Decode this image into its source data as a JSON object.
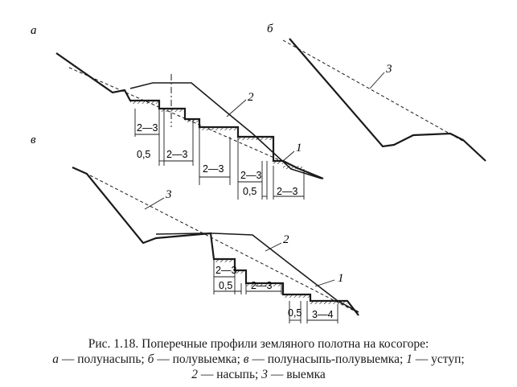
{
  "labels": {
    "a": "а",
    "b": "б",
    "v": "в",
    "n1": "1",
    "n2": "2",
    "n3": "3"
  },
  "dims": {
    "d23": "2—3",
    "d05": "0,5",
    "d34": "3—4"
  },
  "caption": {
    "line1": "Рис. 1.18. Поперечные профили земляного полотна на косогоре:",
    "a_letter": "а",
    "a_text": " — полунасыпь; ",
    "b_letter": "б",
    "b_text": " — полувыемка; ",
    "v_letter": "в",
    "v_text": " — полунасыпь-полувыемка; ",
    "n1": "1",
    "n1_text": " — уступ;",
    "n2": "2",
    "n2_text": " — насыпь; ",
    "n3": "3",
    "n3_text": " — выемка"
  },
  "colors": {
    "ink": "#1a1a1a",
    "background": "#ffffff"
  }
}
